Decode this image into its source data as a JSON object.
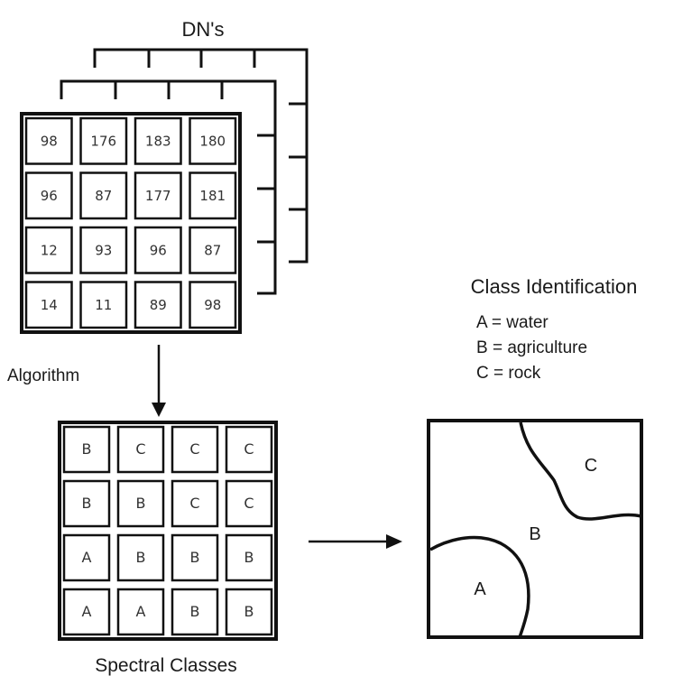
{
  "dn_title": "DN's",
  "dn_grid": [
    [
      "98",
      "176",
      "183",
      "180"
    ],
    [
      "96",
      "87",
      "177",
      "181"
    ],
    [
      "12",
      "93",
      "96",
      "87"
    ],
    [
      "14",
      "11",
      "89",
      "98"
    ]
  ],
  "algorithm_label": "Algorithm",
  "spectral_grid": [
    [
      "B",
      "C",
      "C",
      "C"
    ],
    [
      "B",
      "B",
      "C",
      "C"
    ],
    [
      "A",
      "B",
      "B",
      "B"
    ],
    [
      "A",
      "A",
      "B",
      "B"
    ]
  ],
  "spectral_title": "Spectral Classes",
  "class_identification": {
    "title": "Class Identification",
    "legend": [
      "A = water",
      "B = agriculture",
      "C = rock"
    ]
  },
  "map_labels": {
    "a": "A",
    "b": "B",
    "c": "C"
  },
  "colors": {
    "line": "#111111",
    "text": "#1a1a1a"
  }
}
